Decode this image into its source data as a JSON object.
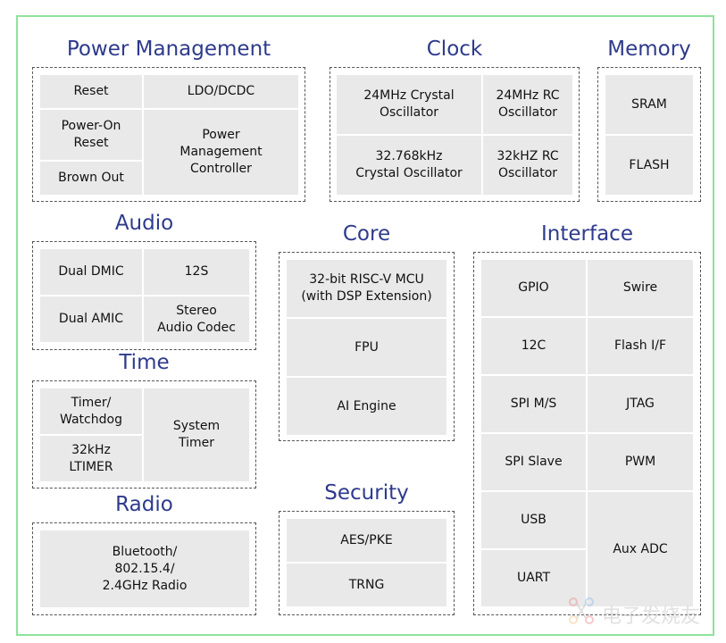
{
  "power": {
    "title": "Power Management",
    "reset": "Reset",
    "ldo": "LDO/DCDC",
    "poweron": "Power-On\nReset",
    "brownout": "Brown Out",
    "pmc": "Power\nManagement\nController"
  },
  "clock": {
    "title": "Clock",
    "xtal24": "24MHz Crystal\nOscillator",
    "rc24": "24MHz RC\nOscillator",
    "xtal32": "32.768kHz\nCrystal Oscillator",
    "rc32": "32kHZ RC\nOscillator"
  },
  "memory": {
    "title": "Memory",
    "sram": "SRAM",
    "flash": "FLASH"
  },
  "audio": {
    "title": "Audio",
    "dmic": "Dual DMIC",
    "i2s": "12S",
    "amic": "Dual AMIC",
    "codec": "Stereo\nAudio Codec"
  },
  "time": {
    "title": "Time",
    "timer": "Timer/\nWatchdog",
    "ltimer": "32kHz\nLTIMER",
    "systimer": "System\nTimer"
  },
  "radio": {
    "title": "Radio",
    "radio": "Bluetooth/\n802.15.4/\n2.4GHz Radio"
  },
  "core": {
    "title": "Core",
    "mcu": "32-bit RISC-V MCU\n(with DSP Extension)",
    "fpu": "FPU",
    "ai": "AI Engine"
  },
  "security": {
    "title": "Security",
    "aes": "AES/PKE",
    "trng": "TRNG"
  },
  "interface": {
    "title": "Interface",
    "gpio": "GPIO",
    "swire": "Swire",
    "i2c": "12C",
    "flashif": "Flash I/F",
    "spims": "SPI M/S",
    "jtag": "JTAG",
    "spislave": "SPI Slave",
    "pwm": "PWM",
    "usb": "USB",
    "auxadc": "Aux ADC",
    "uart": "UART"
  },
  "watermark": {
    "text": "电子发烧友"
  }
}
